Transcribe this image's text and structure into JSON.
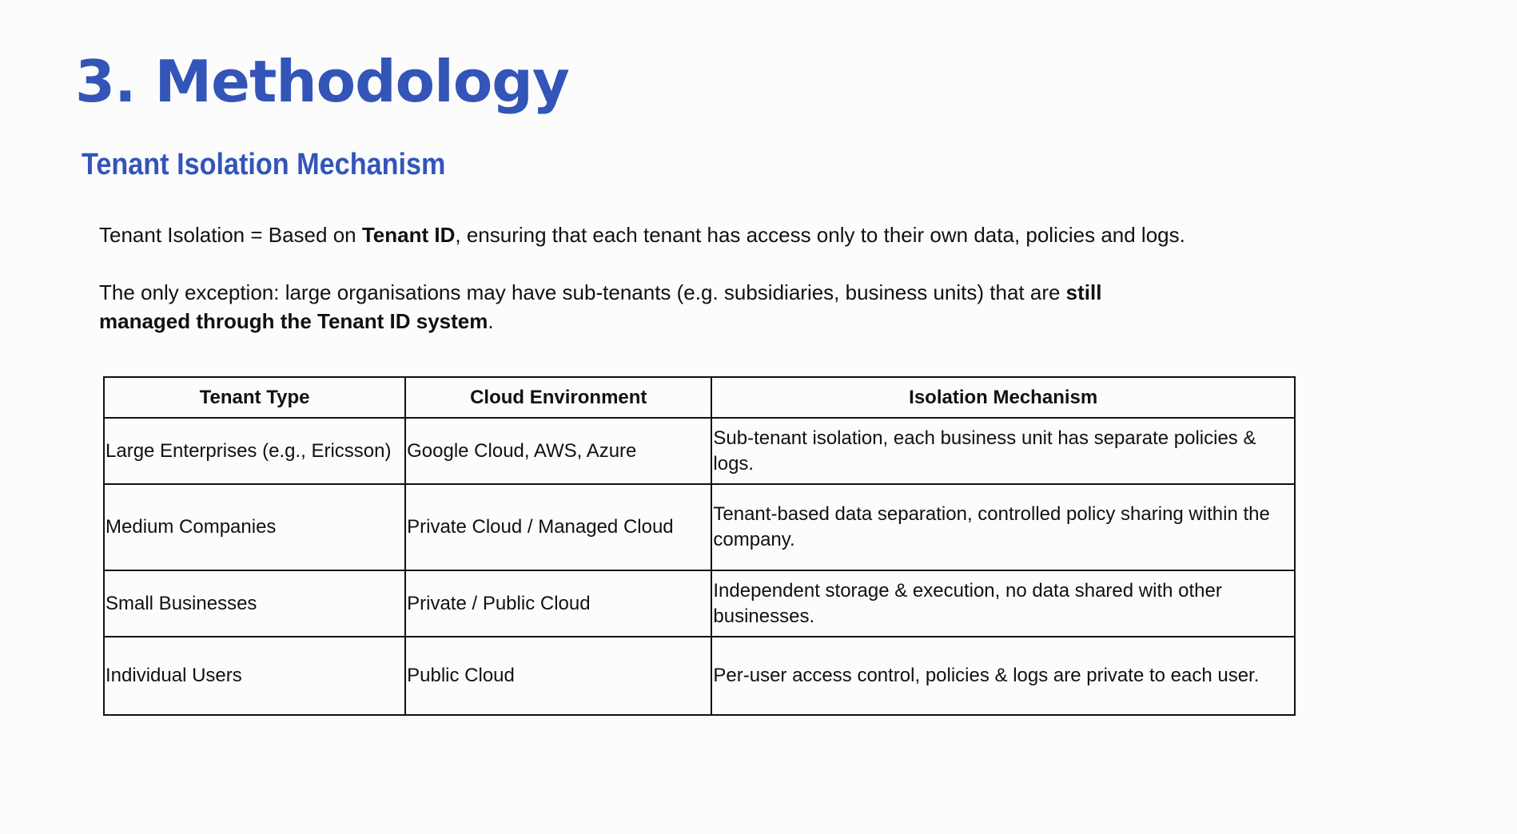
{
  "title": "3. Methodology",
  "subtitle": "Tenant Isolation Mechanism",
  "paragraph_1": {
    "prefix": "Tenant Isolation = Based on ",
    "bold": "Tenant ID",
    "suffix": ", ensuring that each tenant has access only to their own data, policies and logs."
  },
  "paragraph_2": {
    "prefix": "The only exception: large organisations may have sub-tenants (e.g. subsidiaries, business units) that are ",
    "bold": "still managed through the Tenant ID system",
    "suffix": "."
  },
  "table": {
    "headers": [
      "Tenant Type",
      "Cloud Environment",
      "Isolation Mechanism"
    ],
    "rows": [
      [
        "Large Enterprises (e.g., Ericsson)",
        "Google Cloud, AWS, Azure",
        "Sub-tenant isolation, each business unit has separate policies & logs."
      ],
      [
        "Medium Companies",
        "Private Cloud / Managed Cloud",
        "Tenant-based data separation, controlled policy sharing within the company."
      ],
      [
        "Small Businesses",
        "Private / Public Cloud",
        "Independent storage & execution, no data shared with other businesses."
      ],
      [
        "Individual Users",
        "Public Cloud",
        "Per-user access control, policies & logs are private to each user."
      ]
    ]
  },
  "colors": {
    "heading_blue": "#3355b8",
    "text": "#111111",
    "background": "#fcfcfd"
  }
}
